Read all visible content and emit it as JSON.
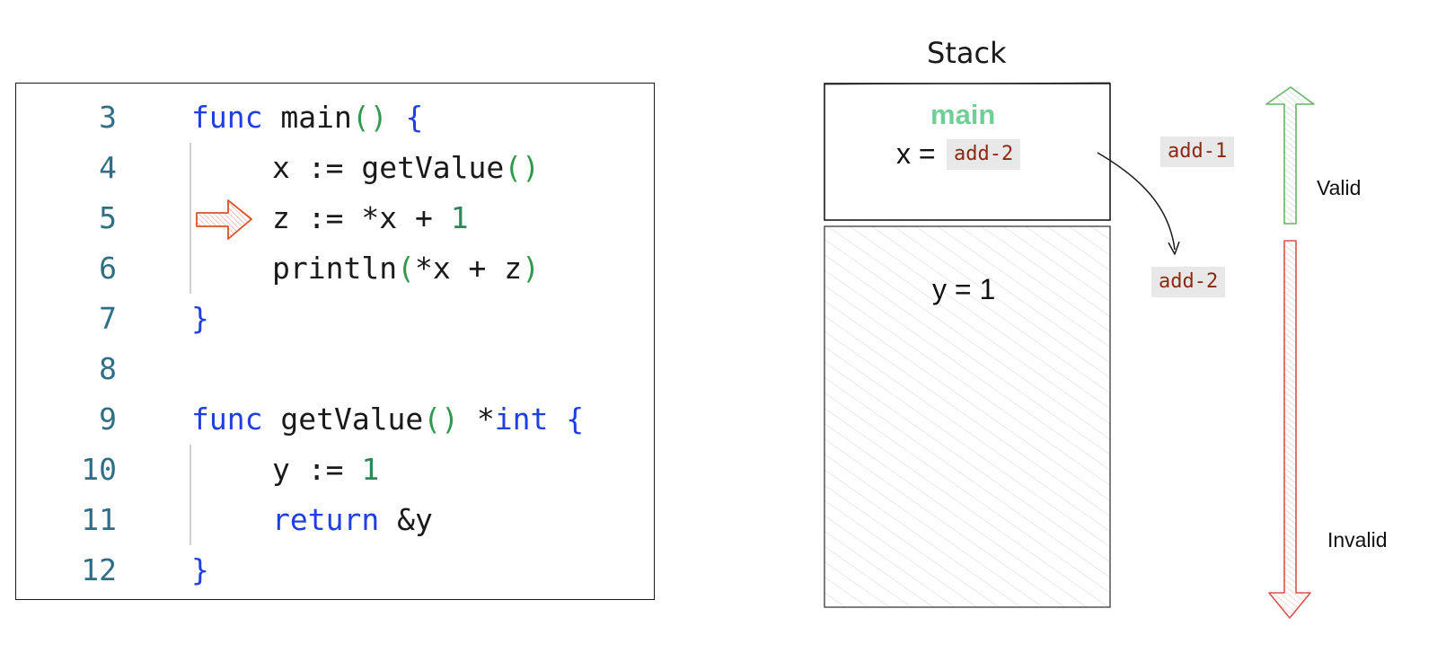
{
  "code": {
    "lines": [
      {
        "num": "3",
        "indent": 0,
        "tokens": [
          {
            "t": "func",
            "c": "kw"
          },
          {
            "t": " main",
            "c": "txt"
          },
          {
            "t": "()",
            "c": "paren"
          },
          {
            "t": " {",
            "c": "brace"
          }
        ]
      },
      {
        "num": "4",
        "indent": 1,
        "tokens": [
          {
            "t": "x := getValue",
            "c": "txt"
          },
          {
            "t": "()",
            "c": "paren"
          }
        ]
      },
      {
        "num": "5",
        "indent": 1,
        "tokens": [
          {
            "t": "z := *x + ",
            "c": "txt"
          },
          {
            "t": "1",
            "c": "num"
          }
        ]
      },
      {
        "num": "6",
        "indent": 1,
        "tokens": [
          {
            "t": "println",
            "c": "txt"
          },
          {
            "t": "(",
            "c": "paren"
          },
          {
            "t": "*x + z",
            "c": "txt"
          },
          {
            "t": ")",
            "c": "paren"
          }
        ]
      },
      {
        "num": "7",
        "indent": 0,
        "tokens": [
          {
            "t": "}",
            "c": "brace"
          }
        ]
      },
      {
        "num": "8",
        "indent": 0,
        "tokens": []
      },
      {
        "num": "9",
        "indent": 0,
        "tokens": [
          {
            "t": "func",
            "c": "kw"
          },
          {
            "t": " getValue",
            "c": "txt"
          },
          {
            "t": "()",
            "c": "paren"
          },
          {
            "t": " *",
            "c": "txt"
          },
          {
            "t": "int",
            "c": "kw"
          },
          {
            "t": " {",
            "c": "brace"
          }
        ]
      },
      {
        "num": "10",
        "indent": 1,
        "tokens": [
          {
            "t": "y := ",
            "c": "txt"
          },
          {
            "t": "1",
            "c": "num"
          }
        ]
      },
      {
        "num": "11",
        "indent": 1,
        "tokens": [
          {
            "t": "return",
            "c": "kw"
          },
          {
            "t": " &y",
            "c": "txt"
          }
        ]
      },
      {
        "num": "12",
        "indent": 0,
        "tokens": [
          {
            "t": "}",
            "c": "brace"
          }
        ]
      }
    ],
    "current_line_marker": "5"
  },
  "stack": {
    "title": "Stack",
    "frames": [
      {
        "name": "main",
        "var_label": "x =",
        "var_value": "add-2"
      },
      {
        "name": "",
        "var_label": "y = 1"
      }
    ]
  },
  "addresses": {
    "upper": "add-1",
    "lower": "add-2"
  },
  "validity": {
    "valid": "Valid",
    "invalid": "Invalid"
  },
  "colors": {
    "keyword": "#1f3fe0",
    "paren": "#2f9a4c",
    "number": "#2c8a5a",
    "line_number": "#2f6f86",
    "main_label": "#6fcf97",
    "address_text": "#8a2a14",
    "valid_arrow": "#6ab36a",
    "invalid_arrow": "#d9534f",
    "marker_arrow": "#d9532b"
  }
}
